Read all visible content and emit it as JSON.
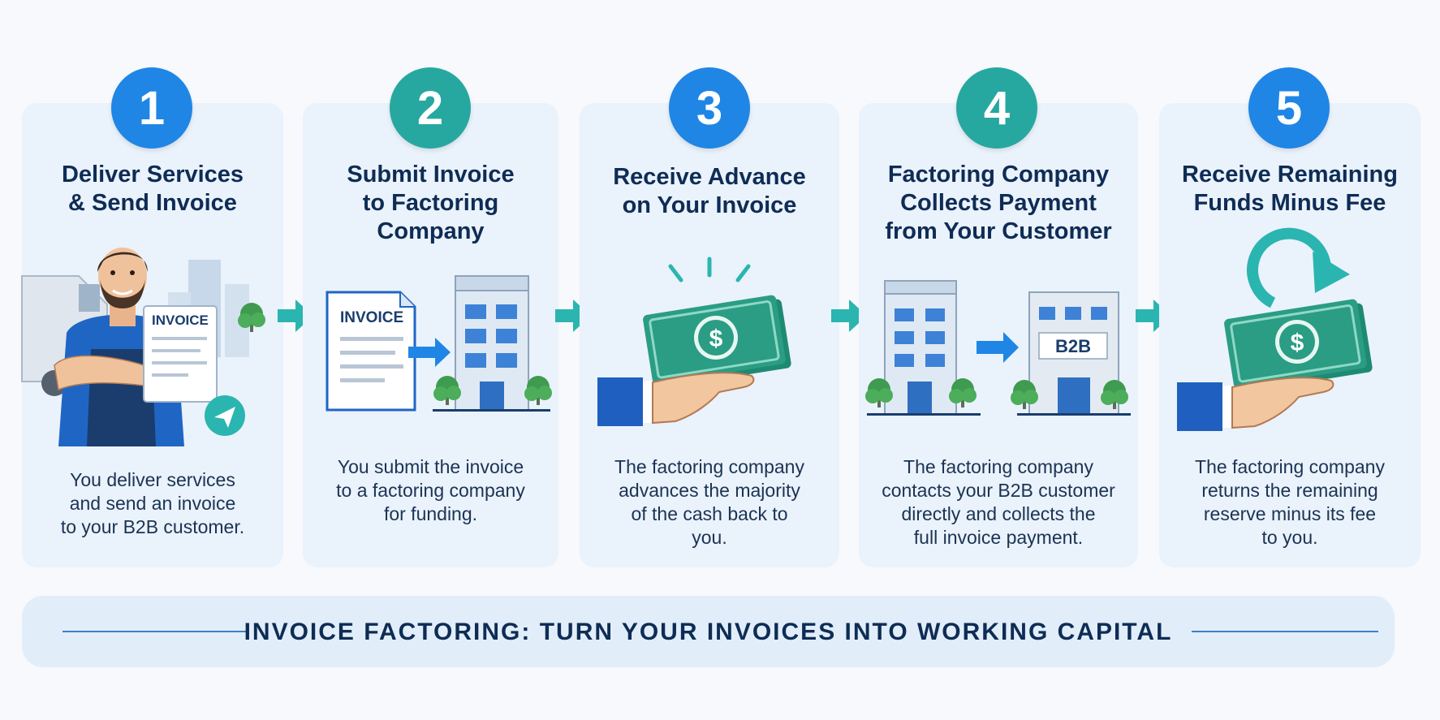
{
  "steps": [
    {
      "number": "1",
      "title_lines": [
        "Deliver Services",
        "& Send Invoice"
      ],
      "desc_lines": [
        "You deliver services",
        "and send an invoice",
        "to your B2B customer."
      ],
      "invoice_label": "INVOICE"
    },
    {
      "number": "2",
      "title_lines": [
        "Submit Invoice",
        "to Factoring",
        "Company"
      ],
      "desc_lines": [
        "You submit the invoice",
        "to a factoring company",
        "for funding."
      ],
      "invoice_label": "INVOICE"
    },
    {
      "number": "3",
      "title_lines": [
        "Receive Advance",
        "on Your Invoice"
      ],
      "desc_lines": [
        "The factoring company",
        "advances the majority",
        "of the cash back to",
        "you."
      ],
      "currency_symbol": "$"
    },
    {
      "number": "4",
      "title_lines": [
        "Factoring Company",
        "Collects Payment",
        "from Your Customer"
      ],
      "desc_lines": [
        "The factoring company",
        "contacts your B2B customer",
        "directly and collects the",
        "full invoice payment."
      ],
      "building_label": "B2B"
    },
    {
      "number": "5",
      "title_lines": [
        "Receive Remaining",
        "Funds Minus Fee"
      ],
      "desc_lines": [
        "The factoring company",
        "returns the remaining",
        "reserve minus its fee",
        "to you."
      ],
      "currency_symbol": "$"
    }
  ],
  "banner": {
    "text": "INVOICE FACTORING: TURN YOUR INVOICES INTO WORKING CAPITAL"
  },
  "colors": {
    "badge_blue": "#1f86e6",
    "badge_teal": "#26a8a0",
    "arrow_teal": "#2bb5b0",
    "card_bg": "#eaf2fb",
    "title_navy": "#0e2c55",
    "money_green": "#2a9d84"
  },
  "icons": [
    "person-with-invoice-illustration",
    "send-icon",
    "invoice-document-icon",
    "office-building-icon",
    "hand-holding-cash-icon",
    "refresh-arrow-icon"
  ]
}
